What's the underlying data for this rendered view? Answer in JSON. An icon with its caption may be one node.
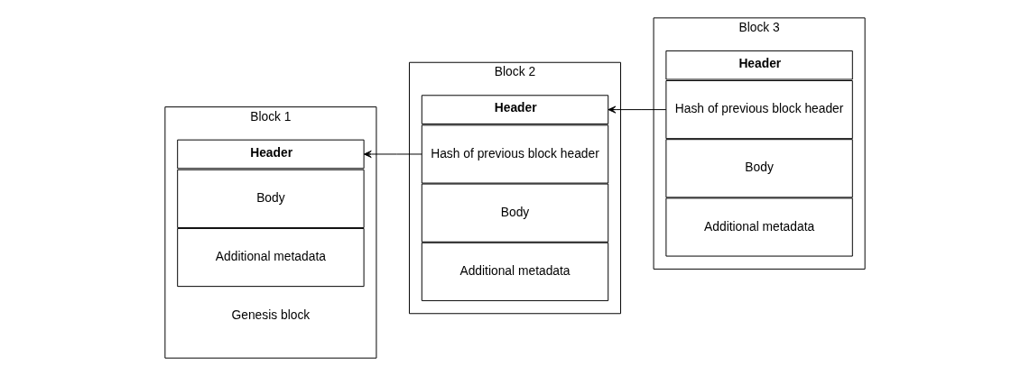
{
  "diagram": {
    "nodes": [
      {
        "text": [
          "Block 1"
        ]
      },
      {
        "text": [
          "Header"
        ],
        "in": 0
      },
      {
        "text": [
          "Body"
        ],
        "in": 0
      },
      {
        "text": [
          "Additional metadata"
        ],
        "in": 0
      },
      {
        "text": [
          "Genesis block"
        ],
        "in": 0
      },
      {
        "text": [
          "Block 2"
        ]
      },
      {
        "text": [
          "Header"
        ],
        "in": 5
      },
      {
        "text": [
          "Hash of previous block header"
        ],
        "in": 5
      },
      {
        "text": [
          "Body"
        ],
        "in": 5
      },
      {
        "text": [
          "Additional metadata"
        ],
        "in": 5
      },
      {
        "text": [
          "Block 3"
        ]
      },
      {
        "text": [
          "Header"
        ],
        "in": 10
      },
      {
        "text": [
          "Hash of previous block header"
        ],
        "in": 10
      },
      {
        "text": [
          "Body"
        ],
        "in": 10
      },
      {
        "text": [
          "Additional metadata"
        ],
        "in": 10
      }
    ],
    "edges": [
      {
        "from": 7,
        "to": 1,
        "arrow": "to"
      },
      {
        "from": 12,
        "to": 6,
        "arrow": "to"
      }
    ]
  }
}
